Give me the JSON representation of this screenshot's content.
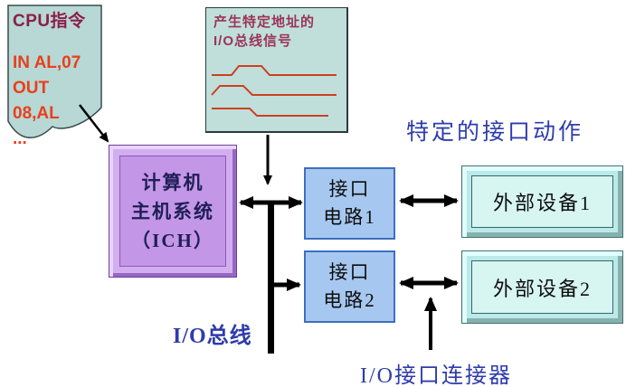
{
  "palette": {
    "note_fill": "#b7d8d5",
    "note_title_maroon": "#8b1f45",
    "instruction_red": "#e8401c",
    "signal_box_fill": "#c0dfdb",
    "signal_title_maroon": "#9b3457",
    "waveform_red": "#cc4022",
    "host_purple": "#c396e8",
    "interface_blue": "#a6c8f0",
    "device_cyan": "#d7f5f1",
    "annotation_blue": "#2e3cab",
    "connector_black": "#000000"
  },
  "cpu_note": {
    "title": "CPU指令",
    "lines": [
      "IN AL,07",
      "OUT 08,AL",
      "..."
    ]
  },
  "signal_box": {
    "title_line1": "产生特定地址的",
    "title_line2": "I/O总线信号"
  },
  "nodes": {
    "host": {
      "line1": "计算机",
      "line2": "主机系统",
      "line3": "（ICH）"
    },
    "interface1": {
      "line1": "接口",
      "line2": "电路1"
    },
    "interface2": {
      "line1": "接口",
      "line2": "电路2"
    },
    "device1": {
      "label": "外部设备1"
    },
    "device2": {
      "label": "外部设备2"
    }
  },
  "labels": {
    "interface_action": "特定的接口动作",
    "io_bus": "I/O总线",
    "io_connector": "I/O接口连接器"
  }
}
